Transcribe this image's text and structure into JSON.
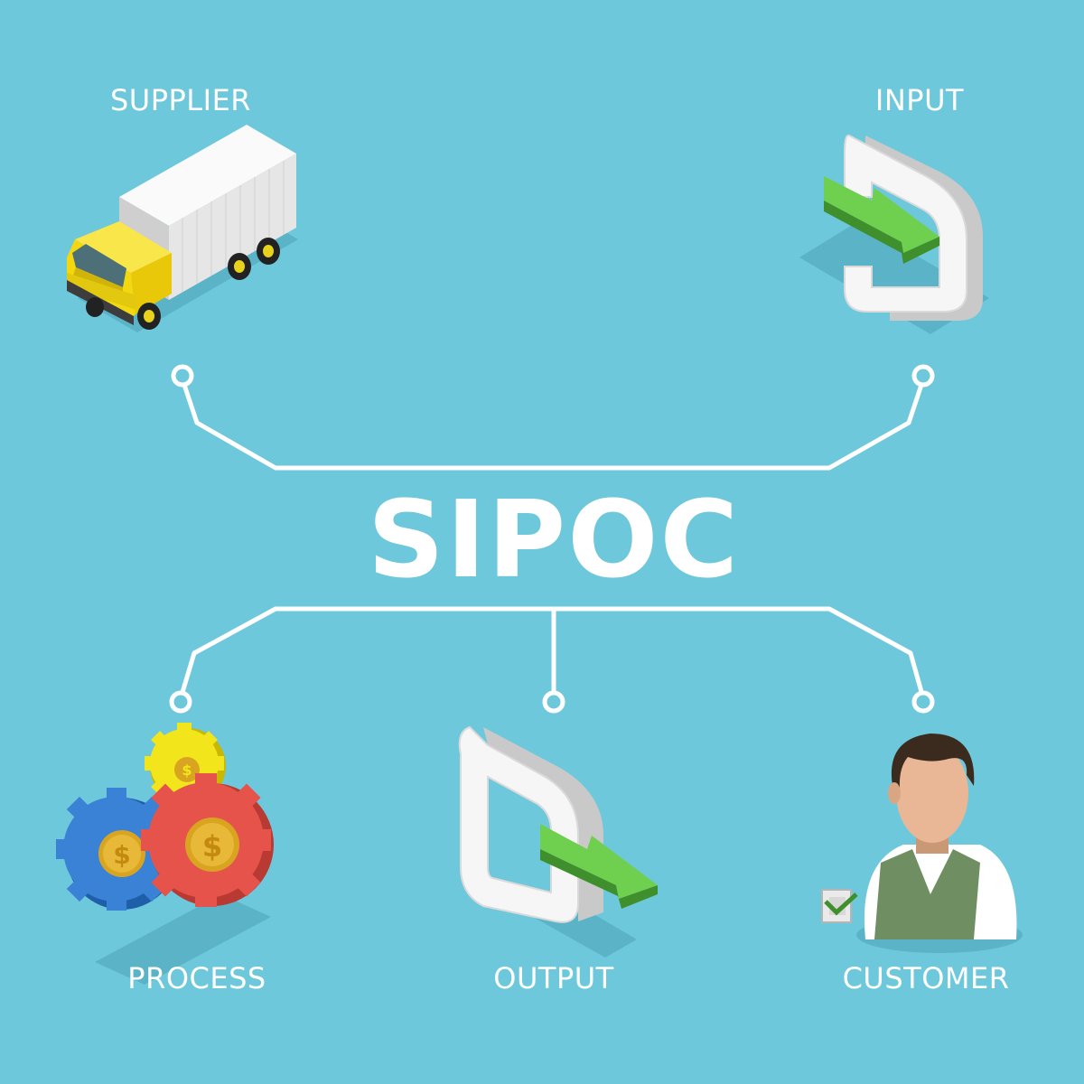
{
  "title": "SIPOC",
  "nodes": [
    {
      "id": "supplier",
      "label": "SUPPLIER",
      "icon": "truck-icon"
    },
    {
      "id": "input",
      "label": "INPUT",
      "icon": "input-arrow-icon"
    },
    {
      "id": "process",
      "label": "PROCESS",
      "icon": "gears-icon"
    },
    {
      "id": "output",
      "label": "OUTPUT",
      "icon": "output-arrow-icon"
    },
    {
      "id": "customer",
      "label": "CUSTOMER",
      "icon": "customer-icon"
    }
  ],
  "colors": {
    "background": "#6ec8dc",
    "line": "#ffffff",
    "arrow_green": "#6fcf4f",
    "gear_blue": "#3a82d6",
    "gear_red": "#e5534b",
    "gear_yellow": "#f2e51c",
    "truck_yellow": "#f4d80f"
  }
}
